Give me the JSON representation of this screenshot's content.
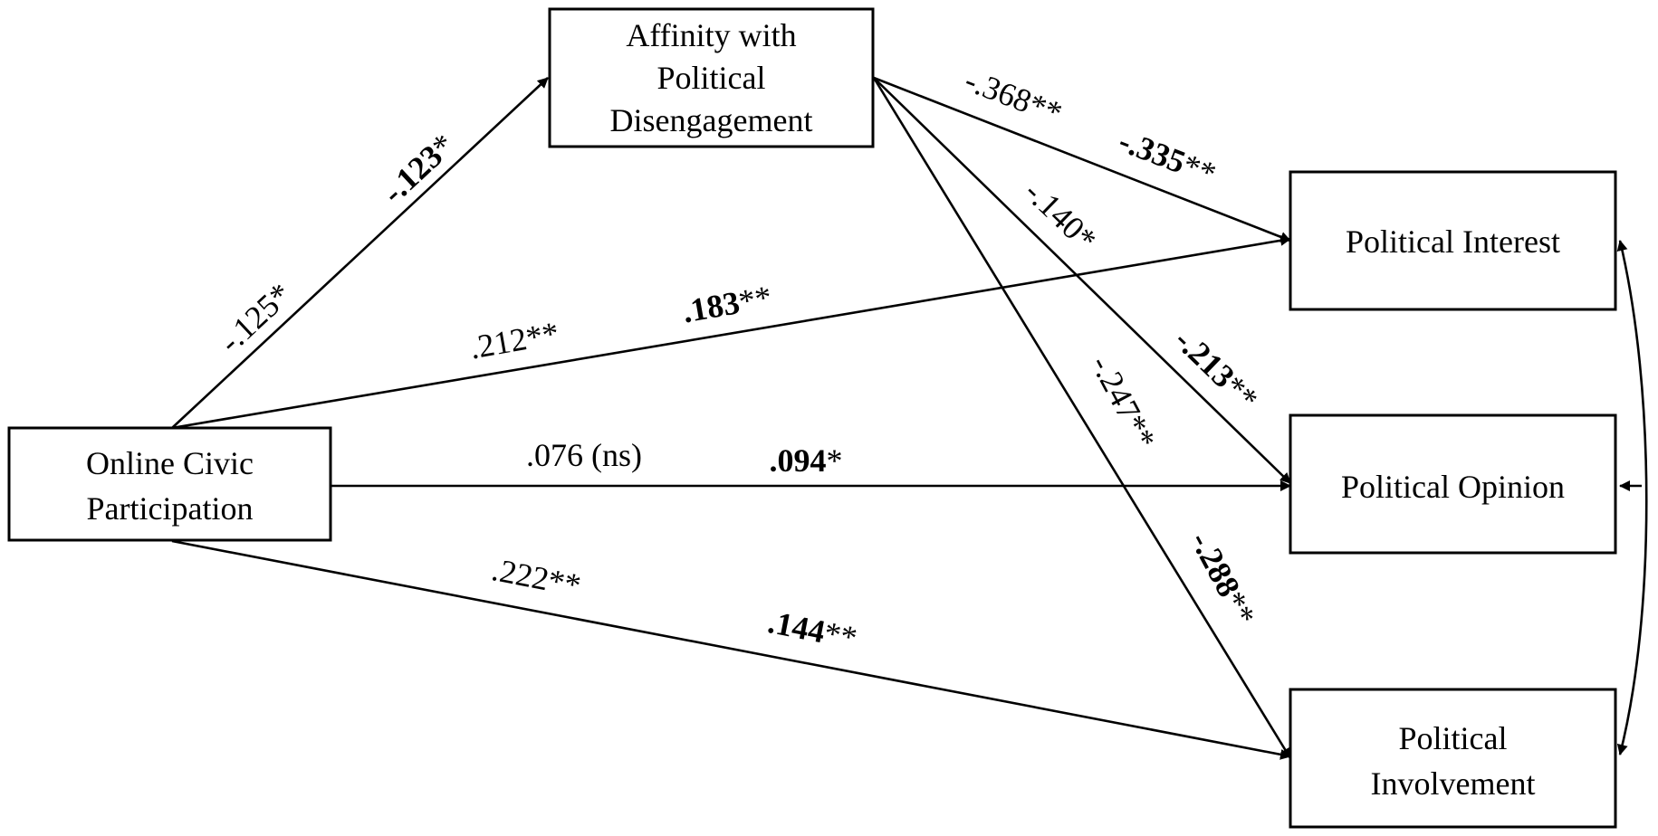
{
  "nodes": {
    "online_civic": {
      "lines": [
        "Online Civic",
        "Participation"
      ]
    },
    "affinity": {
      "lines": [
        "Affinity with",
        "Political",
        "Disengagement"
      ]
    },
    "interest": {
      "lines": [
        "Political Interest"
      ]
    },
    "opinion": {
      "lines": [
        "Political Opinion"
      ]
    },
    "involvement": {
      "lines": [
        "Political",
        "Involvement"
      ]
    }
  },
  "paths": {
    "civic_to_affinity": {
      "plain": "-.125*",
      "bold_num": "-.123",
      "bold_stars": "*"
    },
    "civic_to_interest": {
      "plain": ".212**",
      "bold_num": ".183",
      "bold_stars": "**"
    },
    "civic_to_opinion": {
      "plain": ".076 (ns)",
      "bold_num": ".094",
      "bold_stars": "*"
    },
    "civic_to_involvement": {
      "plain": ".222**",
      "bold_num": ".144",
      "bold_stars": "**"
    },
    "affinity_to_interest": {
      "plain": "-.368**",
      "bold_num": "-.335",
      "bold_stars": "**"
    },
    "affinity_to_opinion": {
      "plain": "-.140*",
      "bold_num": "-.213",
      "bold_stars": "**"
    },
    "affinity_to_involvement": {
      "plain": "-.247**",
      "bold_num": "-.288",
      "bold_stars": "**"
    }
  }
}
